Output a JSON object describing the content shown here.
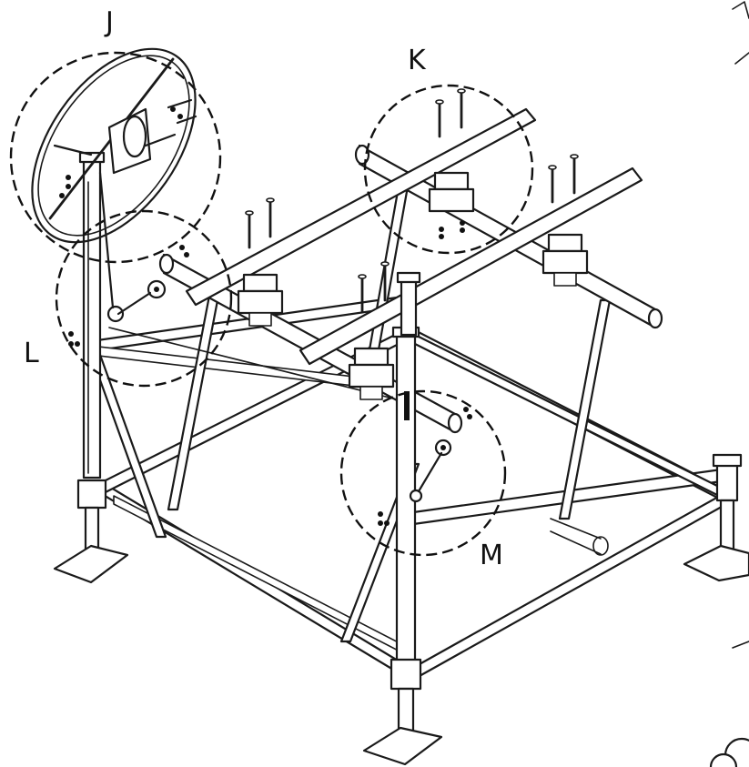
{
  "diagram": {
    "callouts": [
      {
        "id": "J",
        "label": "J"
      },
      {
        "id": "K",
        "label": "K"
      },
      {
        "id": "L",
        "label": "L"
      },
      {
        "id": "M",
        "label": "M"
      }
    ],
    "colors": {
      "line": "#1a1a1a",
      "background": "#ffffff"
    }
  }
}
